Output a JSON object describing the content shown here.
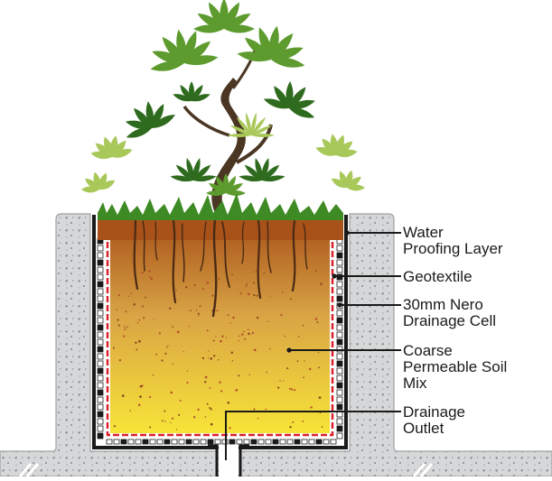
{
  "labels": [
    {
      "id": "waterproofing",
      "text": "Water\nProofing Layer"
    },
    {
      "id": "geotextile",
      "text": "Geotextile"
    },
    {
      "id": "drainage-cell",
      "text": "30mm Nero\nDrainage Cell"
    },
    {
      "id": "soil-mix",
      "text": "Coarse\nPermeable Soil\nMix"
    },
    {
      "id": "drainage-outlet",
      "text": "Drainage\nOutlet"
    }
  ],
  "colors": {
    "concrete": "#d6d7d8",
    "soil_top": "#a8521a",
    "soil_mid": "#d9a445",
    "soil_bottom": "#f7e438",
    "geotextile": "#d9212b",
    "membrane": "#1a1a1a",
    "leaf_dark": "#2f6b1e",
    "leaf_mid": "#5d9b2e",
    "leaf_light": "#a9c85a",
    "trunk": "#4a3623"
  }
}
